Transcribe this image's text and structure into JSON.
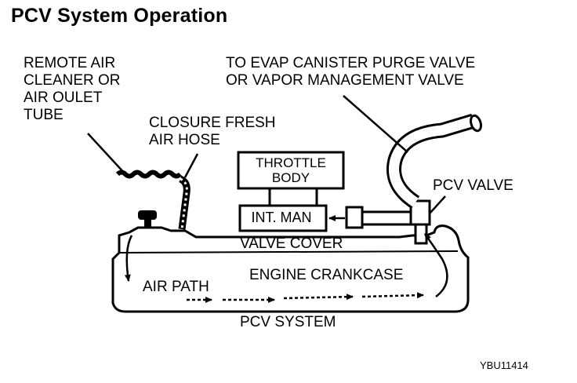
{
  "title": "PCV System Operation",
  "labels": {
    "remote_air": [
      "REMOTE AIR",
      "CLEANER OR",
      "AIR OULET",
      "TUBE"
    ],
    "closure_hose": [
      "CLOSURE FRESH",
      "AIR HOSE"
    ],
    "evap": [
      "TO EVAP CANISTER PURGE VALVE",
      "OR VAPOR MANAGEMENT VALVE"
    ],
    "throttle_body": [
      "THROTTLE",
      "BODY"
    ],
    "pcv_valve": "PCV VALVE",
    "int_man": "INT. MAN",
    "valve_cover": "VALVE COVER",
    "engine_crankcase": "ENGINE CRANKCASE",
    "air_path": "AIR PATH",
    "pcv_system": "PCV SYSTEM"
  },
  "figure_code": "YBU11414",
  "colors": {
    "ink": "#000000",
    "paper": "#ffffff"
  }
}
